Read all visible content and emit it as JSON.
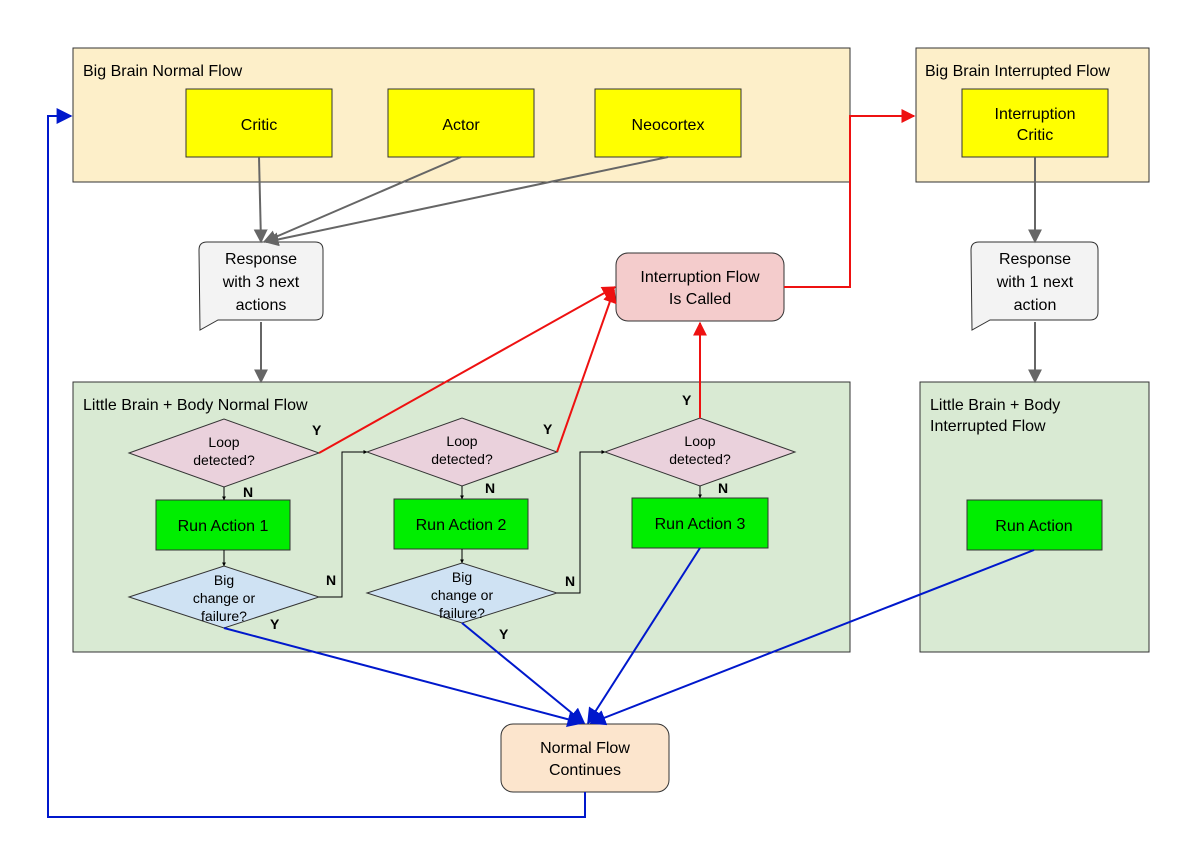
{
  "colors": {
    "panel_orange": "#fdefc9",
    "panel_green": "#d9ead3",
    "module_yellow": "#ffff00",
    "action_green": "#00ee00",
    "loop_diamond": "#ead1dc",
    "change_diamond": "#cfe2f3",
    "interrupt_box": "#f4cccc",
    "continue_box": "#fce5cd",
    "callout": "#f3f3f3",
    "arrow_gray": "#666666",
    "arrow_red": "#ee1111",
    "arrow_blue": "#0018cc"
  },
  "panels": {
    "big_brain_normal": "Big Brain Normal Flow",
    "big_brain_interrupted": "Big Brain Interrupted Flow",
    "little_brain_normal": "Little Brain + Body Normal Flow",
    "little_brain_interrupted": [
      "Little Brain + Body",
      "Interrupted Flow"
    ]
  },
  "modules": {
    "critic": "Critic",
    "actor": "Actor",
    "neocortex": "Neocortex",
    "interruption_critic": [
      "Interruption",
      "Critic"
    ]
  },
  "responses": {
    "three_actions": [
      "Response",
      "with 3 next",
      "actions"
    ],
    "one_action": [
      "Response",
      "with 1 next",
      "action"
    ]
  },
  "interruption_called": [
    "Interruption Flow",
    "Is Called"
  ],
  "normal_continues": [
    "Normal Flow",
    "Continues"
  ],
  "loop_checks": [
    [
      "Loop",
      "detected?"
    ],
    [
      "Loop",
      "detected?"
    ],
    [
      "Loop",
      "detected?"
    ]
  ],
  "change_checks": [
    [
      "Big",
      "change or",
      "failure?"
    ],
    [
      "Big",
      "change or",
      "failure?"
    ]
  ],
  "actions": [
    "Run Action 1",
    "Run Action 2",
    "Run Action 3"
  ],
  "interrupted_action": "Run Action",
  "answers": {
    "yes": "Y",
    "no": "N"
  }
}
